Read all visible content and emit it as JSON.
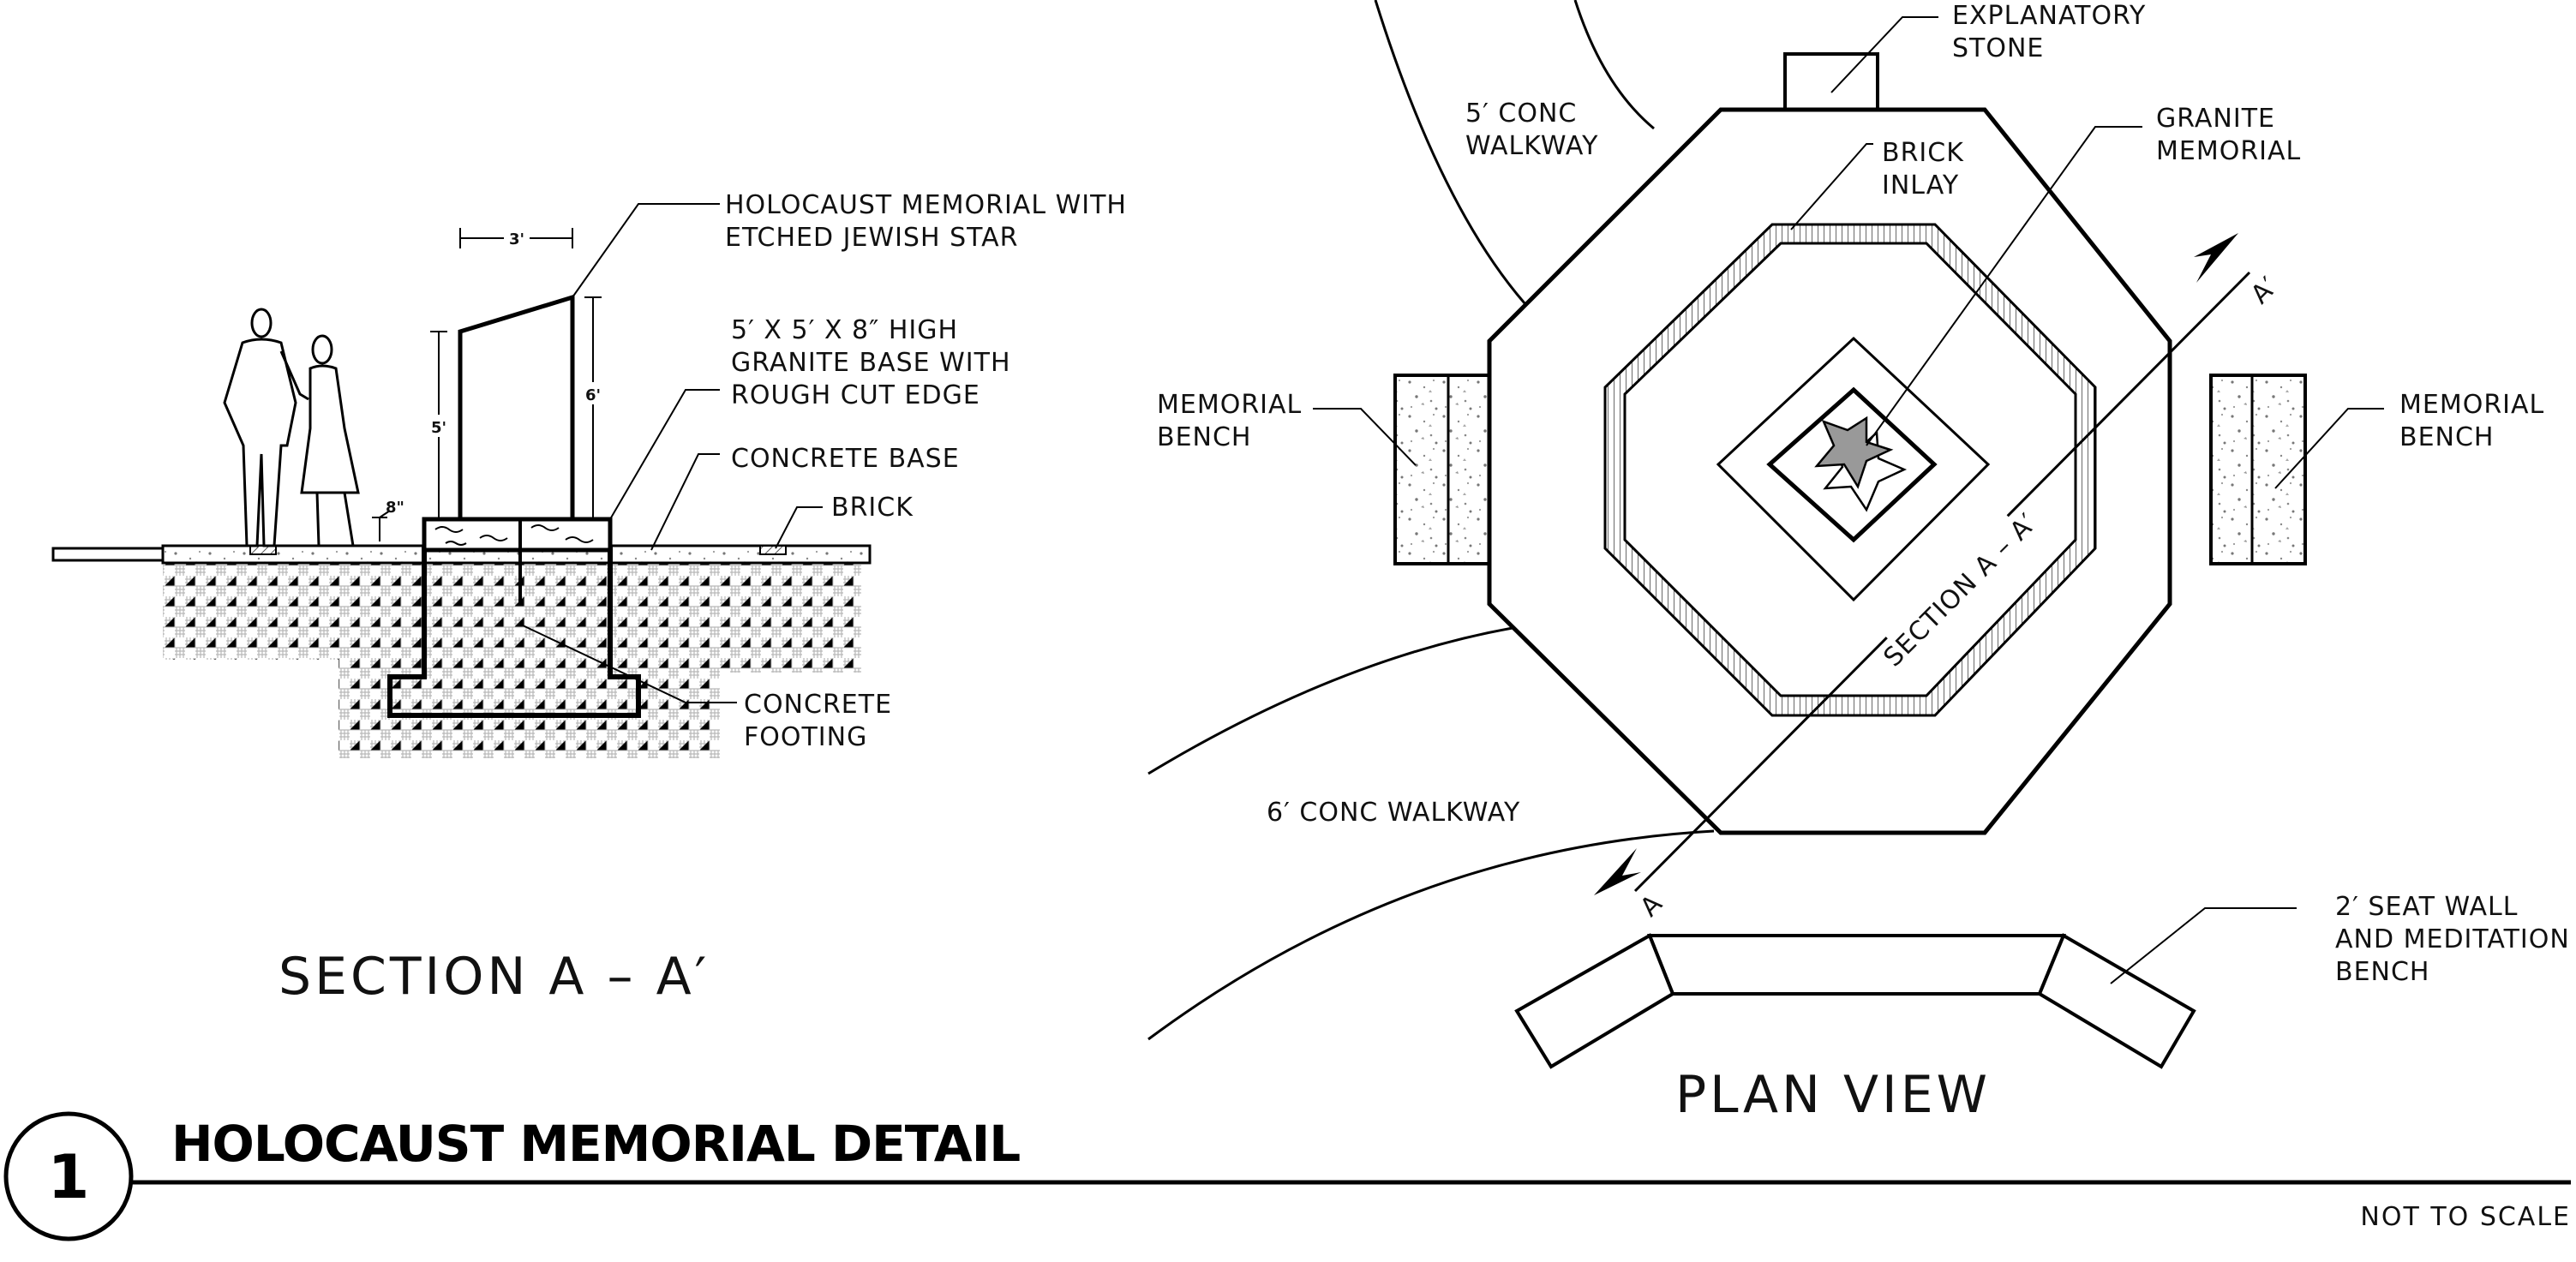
{
  "section": {
    "title": "SECTION A – A′",
    "labels": {
      "memorial_line1": "HOLOCAUST MEMORIAL WITH",
      "memorial_line2": "ETCHED JEWISH STAR",
      "base_line1": "5′ X 5′ X 8″ HIGH",
      "base_line2": "GRANITE BASE WITH",
      "base_line3": "ROUGH CUT EDGE",
      "concrete_base": "CONCRETE BASE",
      "brick": "BRICK",
      "footing_line1": "CONCRETE",
      "footing_line2": "FOOTING"
    },
    "dims": {
      "width": "3'",
      "height_left": "5'",
      "height_right": "6'",
      "base_height": "8\""
    }
  },
  "plan": {
    "title": "PLAN VIEW",
    "labels": {
      "stone_line1": "EXPLANATORY",
      "stone_line2": "STONE",
      "walkway5_line1": "5′ CONC",
      "walkway5_line2": "WALKWAY",
      "brick_line1": "BRICK",
      "brick_line2": "INLAY",
      "granite_line1": "GRANITE",
      "granite_line2": "MEMORIAL",
      "bench_left_line1": "MEMORIAL",
      "bench_left_line2": "BENCH",
      "bench_right_line1": "MEMORIAL",
      "bench_right_line2": "BENCH",
      "walkway6": "6′ CONC WALKWAY",
      "section_cut": "SECTION A – A′",
      "marker_a": "A",
      "marker_a_prime": "A′",
      "seat_line1": "2′ SEAT WALL",
      "seat_line2": "AND MEDITATION",
      "seat_line3": "BENCH"
    }
  },
  "title_block": {
    "number": "1",
    "title": "HOLOCAUST MEMORIAL DETAIL",
    "scale_note": "NOT TO SCALE"
  }
}
